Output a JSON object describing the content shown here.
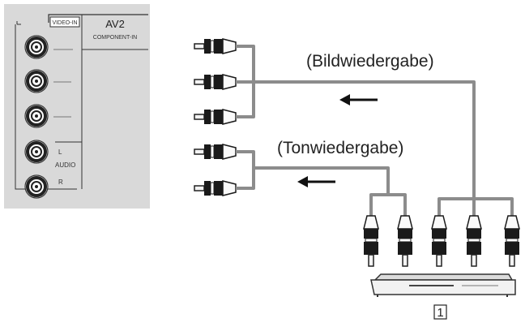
{
  "panel": {
    "video_label": "VIDEO-IN",
    "av_label": "AV2",
    "component_label": "COMPONENT-IN",
    "audio_label": "AUDIO",
    "left_label": "L",
    "right_label": "R"
  },
  "labels": {
    "video_playback": "(Bildwiedergabe)",
    "audio_playback": "(Tonwiedergabe)",
    "device_number": "1"
  },
  "colors": {
    "panel_background": "#d9d9d9",
    "cable": "#8c8c8c",
    "plug_dark": "#1a1a1a",
    "arrow": "#111111"
  },
  "icons": [
    "rca-jack-icon",
    "rca-plug-icon",
    "arrow-left-icon",
    "dvd-player-icon"
  ]
}
